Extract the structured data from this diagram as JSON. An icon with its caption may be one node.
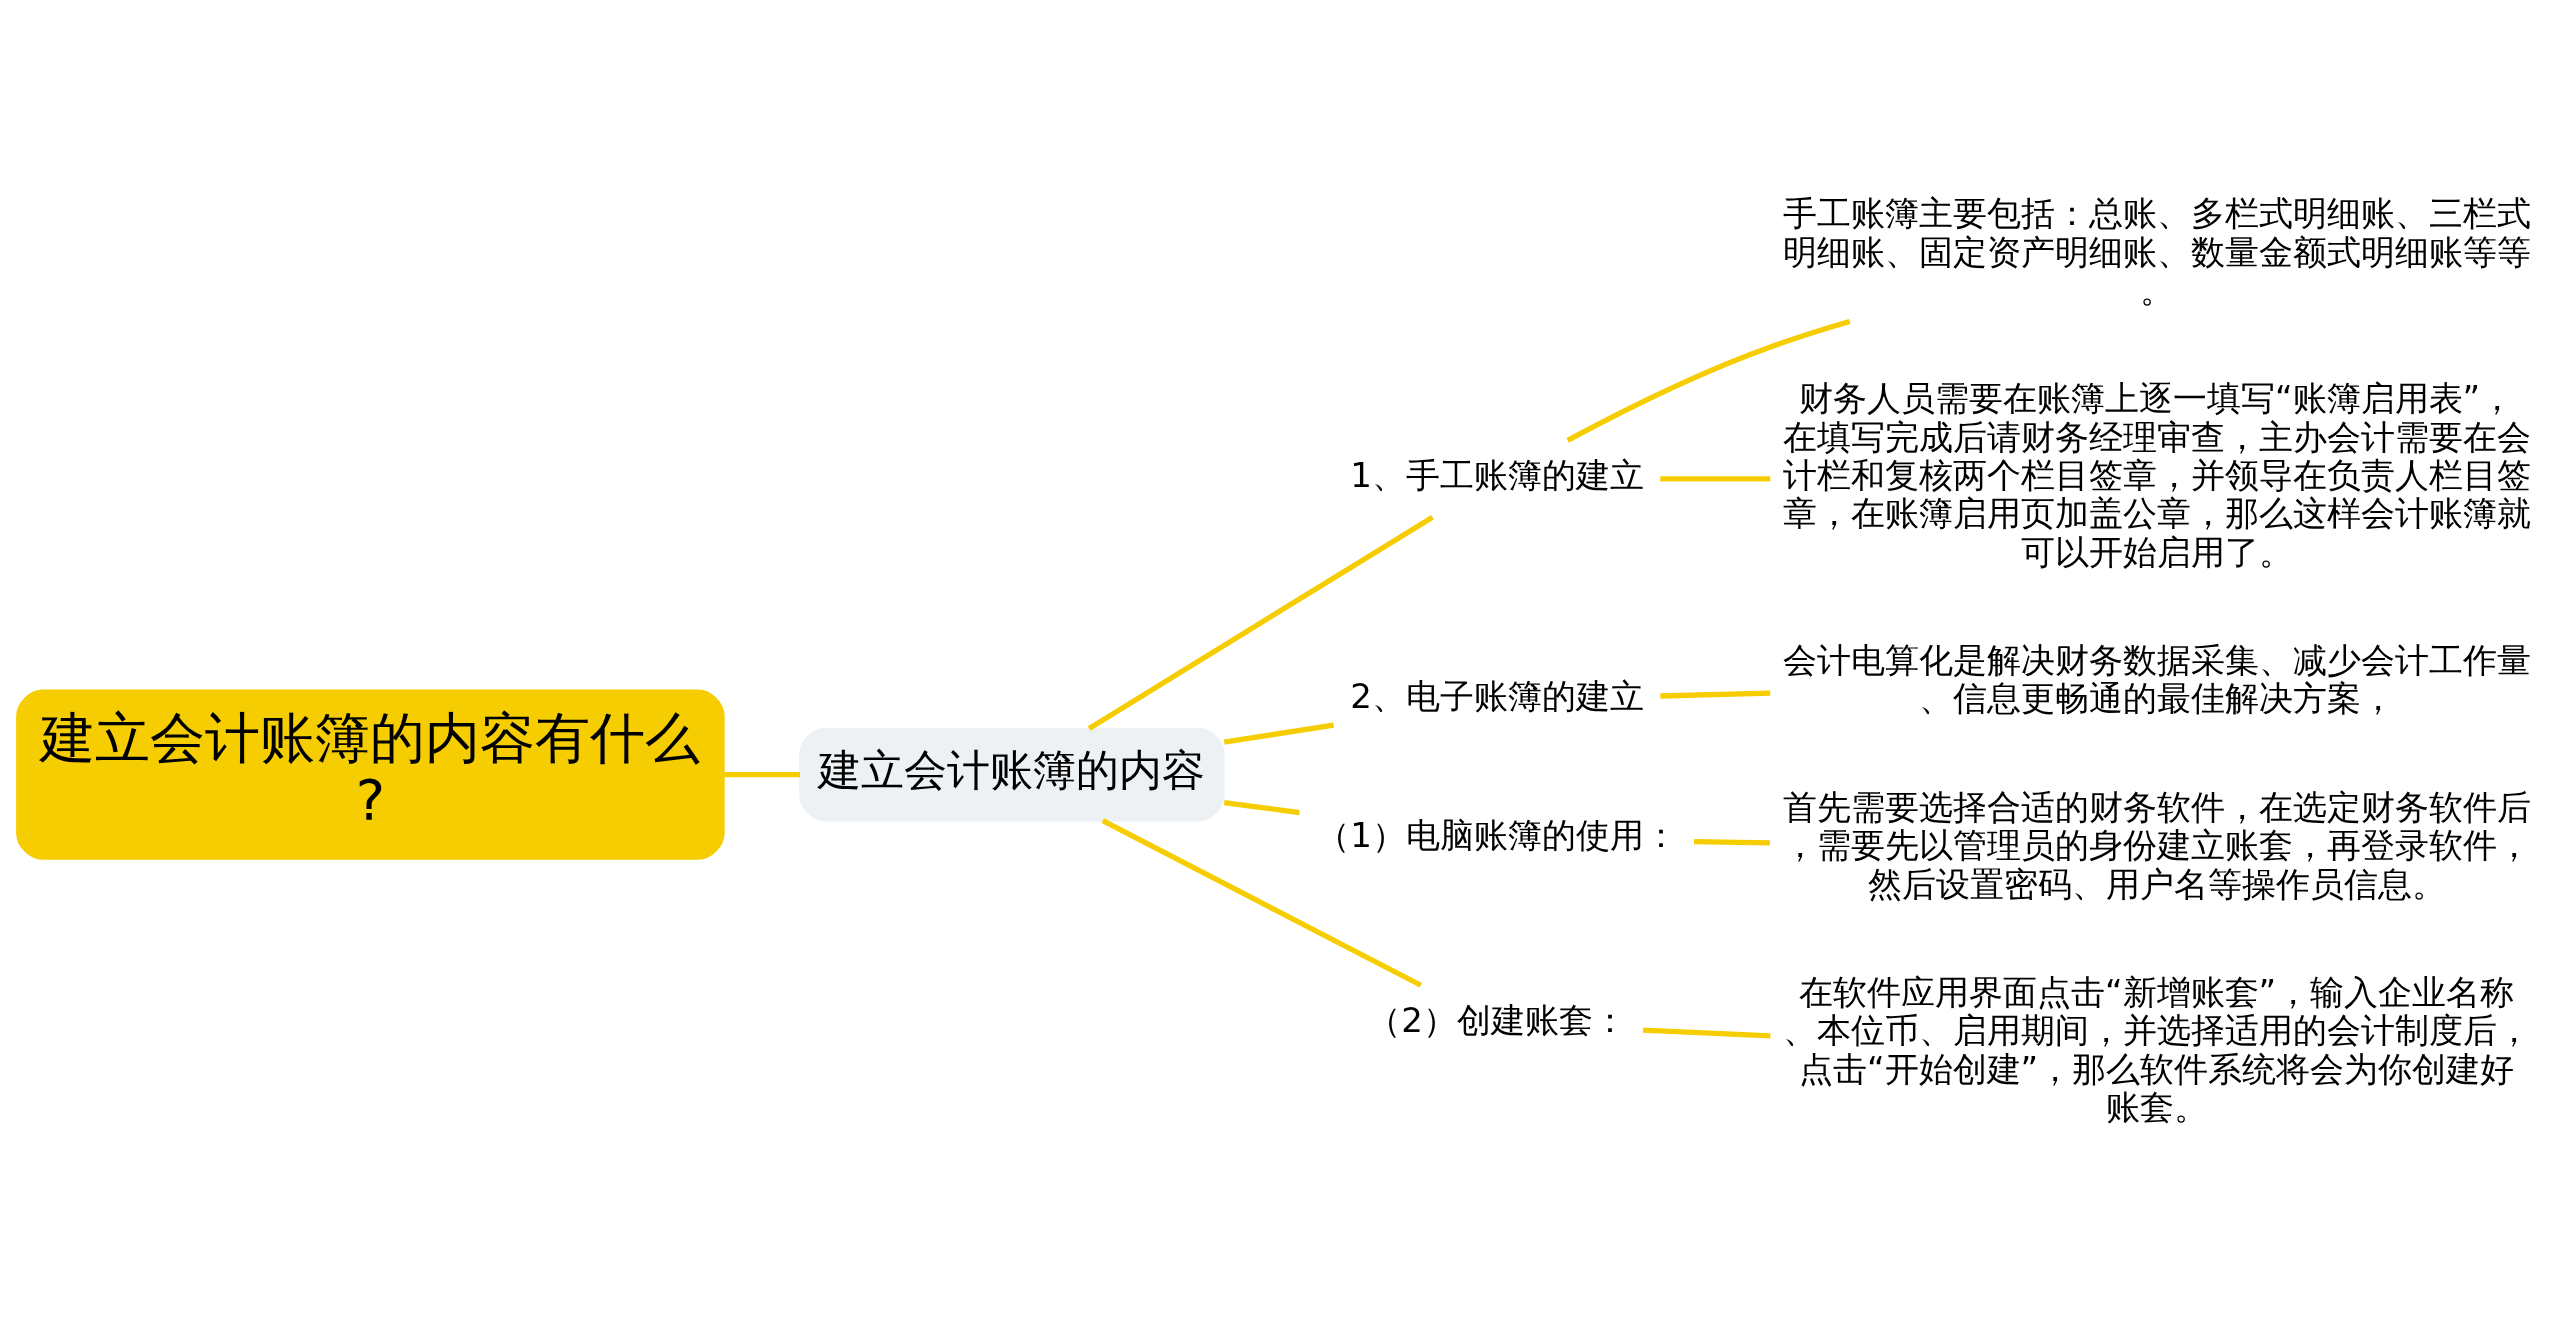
{
  "diagram": {
    "nodes": [
      {
        "text": [
          "建立会计账簿的内容有什么?"
        ]
      },
      {
        "text": [
          "建立会计账簿的内容"
        ]
      },
      {
        "text": [
          "1、手工账簿的建立"
        ]
      },
      {
        "text": [
          "手工账簿主要包括：总账、多栏式明细账、三栏式明细账、固定资产明细账、数量金额式明细账等等。"
        ]
      },
      {
        "text": [
          "财务人员需要在账簿上逐一填写“账簿启用表”，在填写完成后请财务经理审查，主办会计需要在会计栏和复核两个栏目签章，并领导在负责人栏目签章，在账簿启用页加盖公章，那么这样会计账簿就可以开始启用了。"
        ]
      },
      {
        "text": [
          "2、电子账簿的建立"
        ]
      },
      {
        "text": [
          "会计电算化是解决财务数据采集、减少会计工作量、信息更畅通的最佳解决方案，"
        ]
      },
      {
        "text": [
          "（1）电脑账簿的使用："
        ]
      },
      {
        "text": [
          "首先需要选择合适的财务软件，在选定财务软件后，需要先以管理员的身份建立账套，再登录软件，然后设置密码、用户名等操作员信息。"
        ]
      },
      {
        "text": [
          "（2）创建账套："
        ]
      },
      {
        "text": [
          "在软件应用界面点击“新增账套”，输入企业名称、本位币、启用期间，并选择适用的会计制度后，点击“开始创建”，那么软件系统将会为你创建好账套。"
        ]
      }
    ],
    "edges": [
      {
        "from": 0,
        "to": 1,
        "arrow": "none"
      },
      {
        "from": 1,
        "to": 2,
        "arrow": "none"
      },
      {
        "from": 2,
        "to": 3,
        "arrow": "none"
      },
      {
        "from": 2,
        "to": 4,
        "arrow": "none"
      },
      {
        "from": 1,
        "to": 5,
        "arrow": "none"
      },
      {
        "from": 5,
        "to": 6,
        "arrow": "none"
      },
      {
        "from": 1,
        "to": 7,
        "arrow": "none"
      },
      {
        "from": 7,
        "to": 8,
        "arrow": "none"
      },
      {
        "from": 1,
        "to": 9,
        "arrow": "none"
      },
      {
        "from": 9,
        "to": 10,
        "arrow": "none"
      }
    ]
  }
}
